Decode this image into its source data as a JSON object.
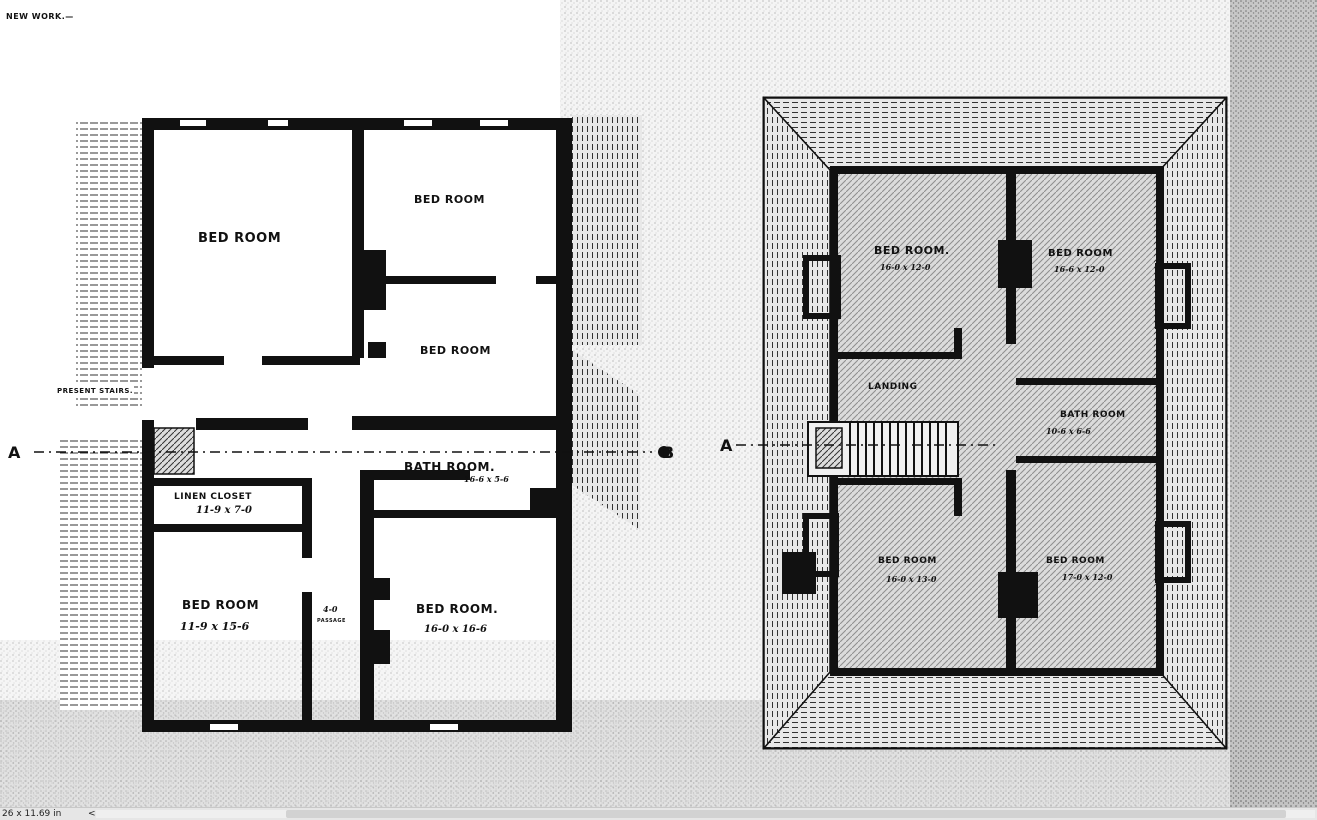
{
  "header_note": "NEW WORK.—",
  "section_marks": [
    "A",
    "B",
    "A"
  ],
  "left_plan": {
    "rooms": [
      {
        "name": "BED ROOM",
        "dims": ""
      },
      {
        "name": "BED ROOM",
        "dims": ""
      },
      {
        "name": "BED ROOM",
        "dims": ""
      },
      {
        "name": "BATH ROOM.",
        "dims": "16-6 x 5-6"
      },
      {
        "name": "LINEN CLOSET",
        "dims": "11-9 x 7-0"
      },
      {
        "name": "BED ROOM",
        "dims": "11-9 x 15-6"
      },
      {
        "name": "BED ROOM.",
        "dims": "16-0 x 16-6"
      }
    ],
    "present_stairs": "PRESENT STAIRS.",
    "passage": "PASSAGE",
    "passage_dim": "4-0"
  },
  "right_plan": {
    "rooms": [
      {
        "name": "BED ROOM.",
        "dims": "16-0 x 12-0"
      },
      {
        "name": "BED ROOM",
        "dims": "16-6 x 12-0"
      },
      {
        "name": "LANDING",
        "dims": ""
      },
      {
        "name": "BATH ROOM",
        "dims": "10-6 x 6-6"
      },
      {
        "name": "BED ROOM",
        "dims": "16-0 x 13-0"
      },
      {
        "name": "BED ROOM",
        "dims": "17-0 x 12-0"
      }
    ]
  },
  "statusbar": {
    "size_text": "26 x 11.69 in",
    "scroll_left": "<"
  },
  "colors": {
    "ink": "#111111",
    "paper": "#ffffff",
    "statusbar": "#e6e6e6"
  }
}
